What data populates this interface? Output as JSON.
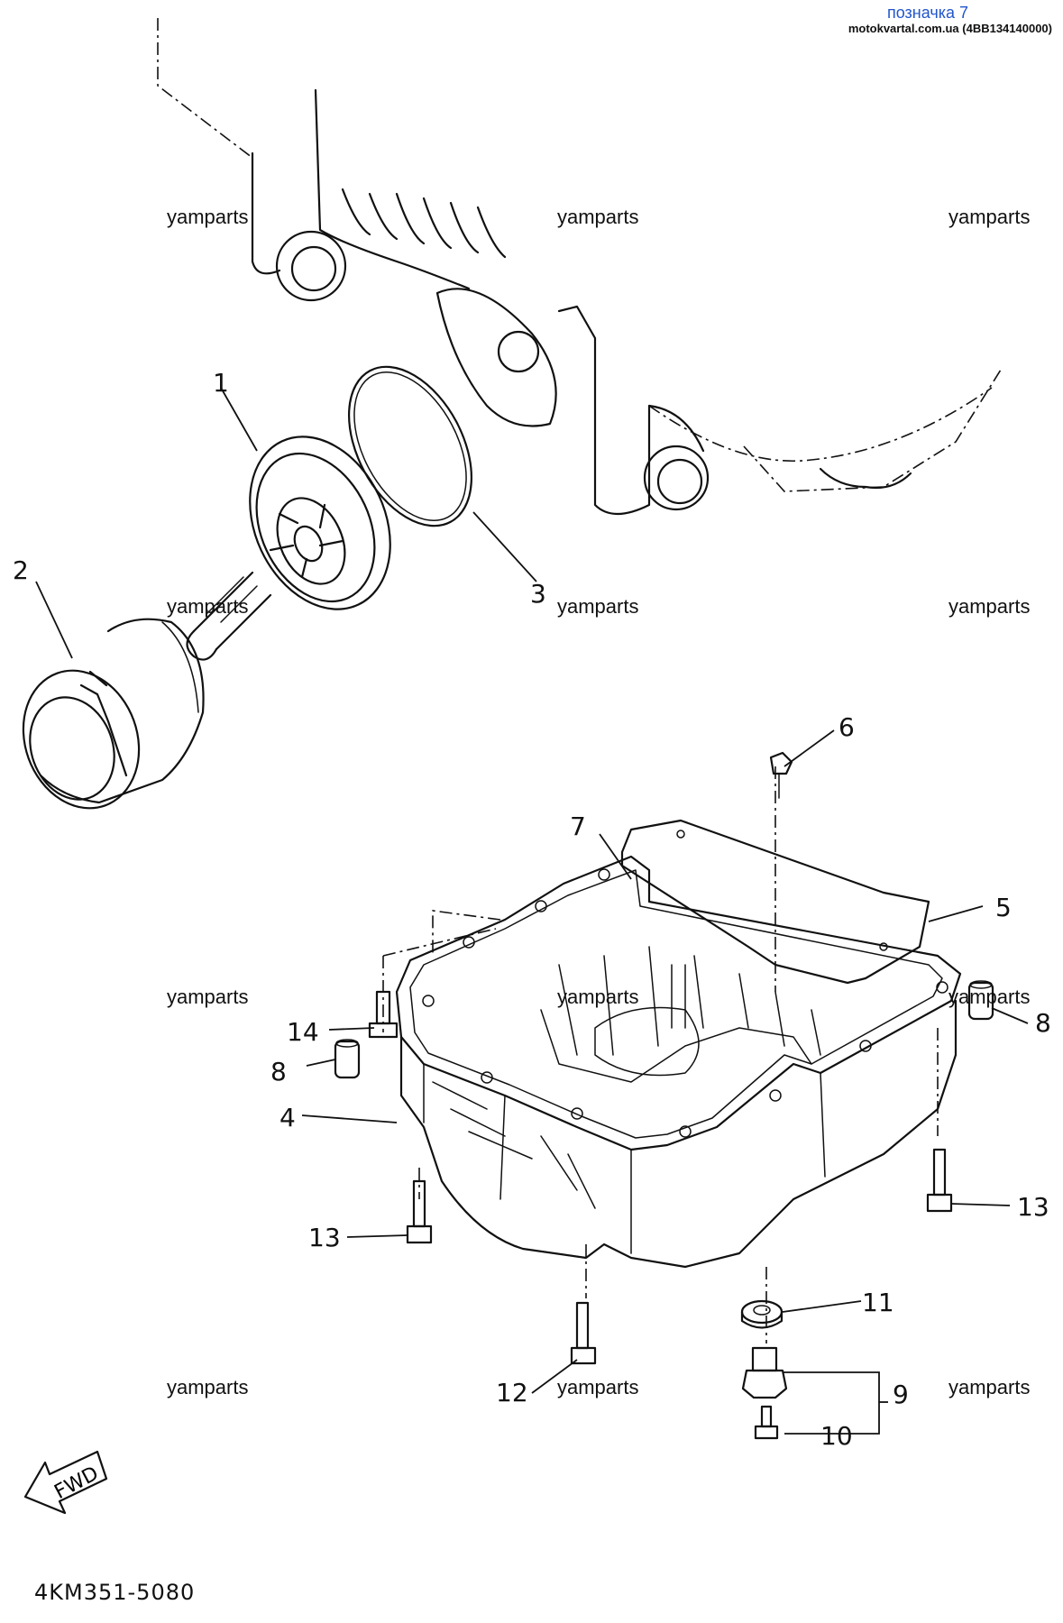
{
  "header": {
    "title": "позначка 7",
    "subtitle": "motokvartal.com.ua (4BB134140000)"
  },
  "watermarks": [
    {
      "id": "wm1",
      "text": "yamparts"
    },
    {
      "id": "wm2",
      "text": "yamparts"
    },
    {
      "id": "wm3",
      "text": "yamparts"
    },
    {
      "id": "wm4",
      "text": "yamparts"
    },
    {
      "id": "wm5",
      "text": "yamparts"
    },
    {
      "id": "wm6",
      "text": "yamparts"
    },
    {
      "id": "wm7",
      "text": "yamparts"
    },
    {
      "id": "wm8",
      "text": "yamparts"
    },
    {
      "id": "wm9",
      "text": "yamparts"
    },
    {
      "id": "wm10",
      "text": "yamparts"
    },
    {
      "id": "wm11",
      "text": "yamparts"
    },
    {
      "id": "wm12",
      "text": "yamparts"
    }
  ],
  "callouts": {
    "c1": "1",
    "c2": "2",
    "c3": "3",
    "c4": "4",
    "c5": "5",
    "c6": "6",
    "c7": "7",
    "c8a": "8",
    "c8b": "8",
    "c9": "9",
    "c10": "10",
    "c11": "11",
    "c12": "12",
    "c13a": "13",
    "c13b": "13",
    "c14": "14"
  },
  "figure_code": "4KM351-5080",
  "fwd_label": "FWD"
}
